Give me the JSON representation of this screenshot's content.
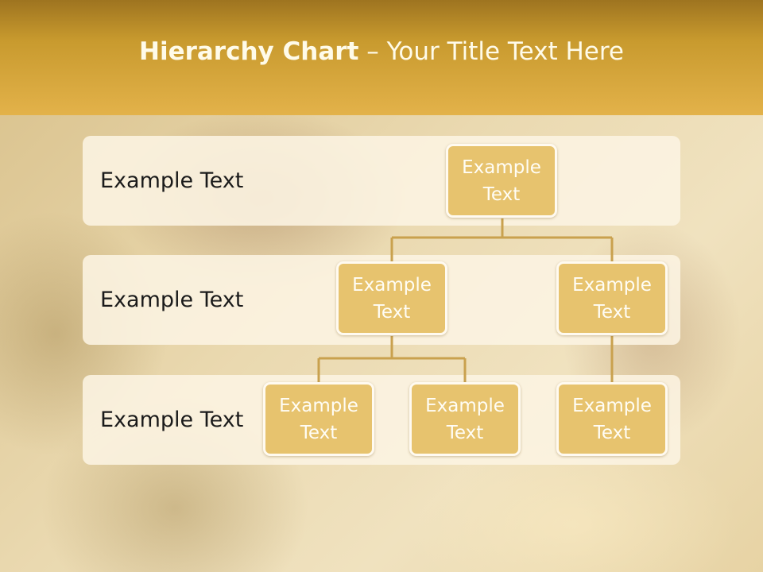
{
  "slide": {
    "title_bold": "Hierarchy Chart",
    "title_rest": " – Your Title Text Here"
  },
  "bands": [
    {
      "label": "Example Text"
    },
    {
      "label": "Example Text"
    },
    {
      "label": "Example Text"
    }
  ],
  "nodes": {
    "root": "Example\nText",
    "mid_left": "Example\nText",
    "mid_right": "Example\nText",
    "bottom_left": "Example\nText",
    "bottom_center": "Example\nText",
    "bottom_right": "Example\nText"
  },
  "colors": {
    "header": "#c89a2e",
    "node_fill": "#e7c36e",
    "connector": "#c9a14e",
    "band_fill": "#fcf4e2"
  }
}
